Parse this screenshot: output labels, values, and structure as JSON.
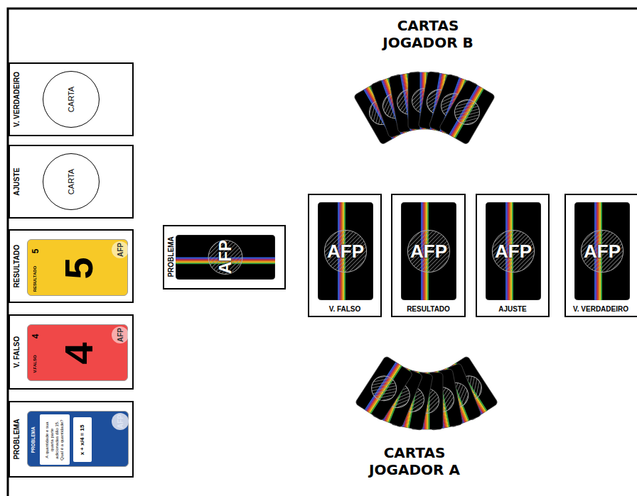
{
  "diagram": {
    "nodes": [
      {
        "text": [
          "V. VERDADEIRO"
        ]
      },
      {
        "text": [
          "CARTA"
        ],
        "in": 0
      },
      {
        "text": [
          "AJUSTE"
        ]
      },
      {
        "text": [
          "CARTA"
        ],
        "in": 2
      },
      {
        "text": [
          "RESULTADO"
        ]
      },
      {
        "text": [
          "5",
          "RESULTADO",
          "5",
          "AFP"
        ],
        "in": 4
      },
      {
        "text": [
          "V. FALSO"
        ]
      },
      {
        "text": [
          "4",
          "V.FALSO",
          "4",
          "AFP"
        ],
        "in": 6
      },
      {
        "text": [
          "PROBLEMA"
        ]
      },
      {
        "text": [
          "PROBLEMA",
          "A quantidade e sua quarta parte adicionadas dão 15. Qual é a quantidade?",
          "x + x/4 = 15",
          "AFP"
        ],
        "in": 8
      },
      {
        "text": [
          "PROBLEMA"
        ]
      },
      {
        "text": [
          "AFP"
        ],
        "in": 10
      },
      {
        "text": [
          "V. FALSO"
        ]
      },
      {
        "text": [
          "AFP"
        ],
        "in": 12
      },
      {
        "text": [
          "RESULTADO"
        ]
      },
      {
        "text": [
          "AFP"
        ],
        "in": 14
      },
      {
        "text": [
          "AJUSTE"
        ]
      },
      {
        "text": [
          "AFP"
        ],
        "in": 16
      },
      {
        "text": [
          "V. VERDADEIRO"
        ]
      },
      {
        "text": [
          "AFP"
        ],
        "in": 18
      }
    ],
    "labels": [
      "CARTAS JOGADOR B",
      "CARTAS JOGADOR A"
    ]
  }
}
